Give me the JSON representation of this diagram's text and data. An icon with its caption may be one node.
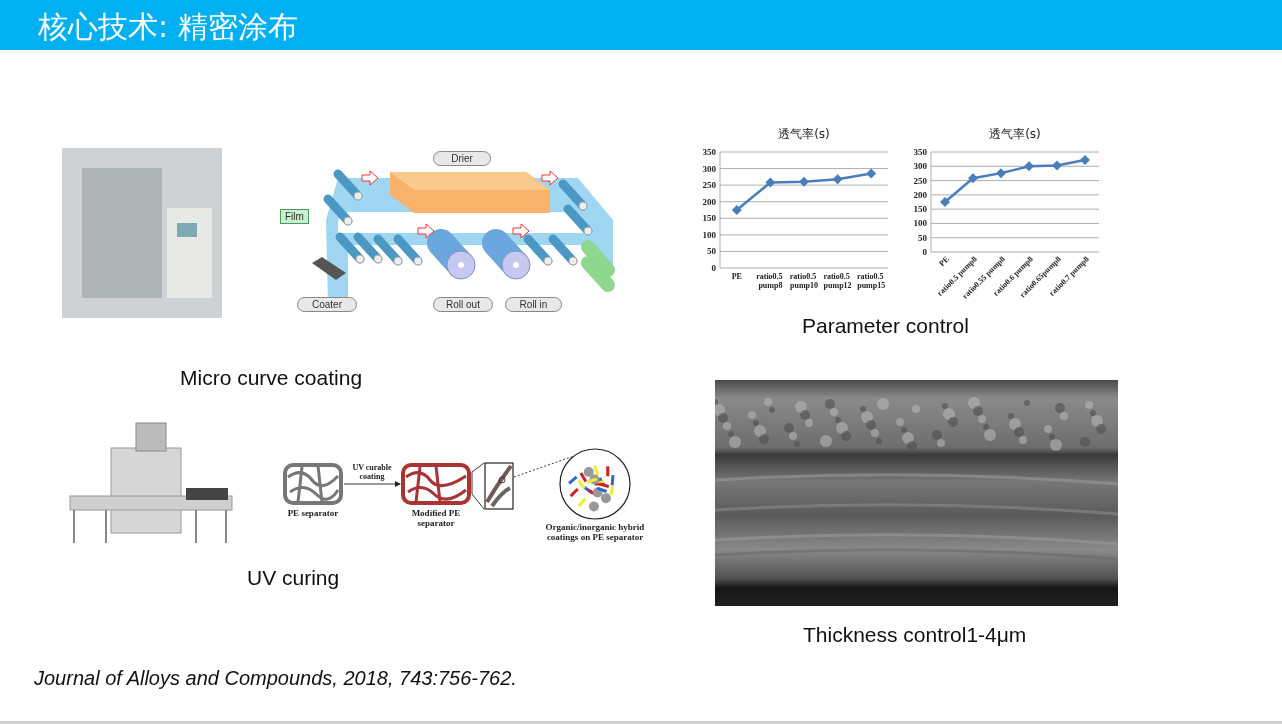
{
  "diagram": {
    "title": "核心技术: 精密涂布",
    "caption": "Journal of Alloys and Compounds, 2018, 743:756-762.",
    "nodes": [
      {
        "text": [
          "PE separator"
        ]
      },
      {
        "text": [
          "Modified PE separator"
        ]
      },
      {
        "text": [
          "Organic/inorganic hybrid coatings on PE separator"
        ]
      },
      {
        "text": [],
        "shape": "picture"
      }
    ],
    "edges": [
      {
        "from": 0,
        "to": 1,
        "arrow": "to",
        "label": "UV curable coating"
      },
      {
        "from": 1,
        "to": 3,
        "arrow": "none"
      },
      {
        "from": 3,
        "to": 2,
        "arrow": "none",
        "style": "dashed"
      }
    ],
    "labels": [
      "Drier",
      "Film",
      "Coater",
      "Roll out",
      "Roll in",
      "Parameter control",
      "Micro curve coating",
      "UV curing",
      "Thickness control1-4μm"
    ],
    "chart_data": [
      {
        "type": "line",
        "title": "透气率(s)",
        "categories": [
          "PE",
          "ratio0.5 pump8",
          "ratio0.5 pump10",
          "ratio0.5 pump12",
          "ratio0.5 pump15"
        ],
        "series": [
          {
            "color": "#4a7ebb",
            "marker": "diamond",
            "values": [
              175,
              258,
              260,
              268,
              285
            ]
          }
        ],
        "grid": true,
        "ylim": [
          0,
          350
        ],
        "yticks": [
          0,
          50,
          100,
          150,
          200,
          250,
          300,
          350
        ]
      },
      {
        "type": "line",
        "title": "透气率(s)",
        "categories": [
          "PE",
          "ratio0.5 pump8",
          "ratio0.55 pump8",
          "ratio0.6 pump8",
          "ratio0.65pump8",
          "ratio0.7 pump8"
        ],
        "series": [
          {
            "color": "#4a7ebb",
            "marker": "diamond",
            "values": [
              175,
              258,
              276,
              300,
              303,
              322
            ]
          }
        ],
        "grid": true,
        "ylim": [
          0,
          350
        ],
        "yticks": [
          0,
          50,
          100,
          150,
          200,
          250,
          300,
          350
        ]
      }
    ]
  }
}
